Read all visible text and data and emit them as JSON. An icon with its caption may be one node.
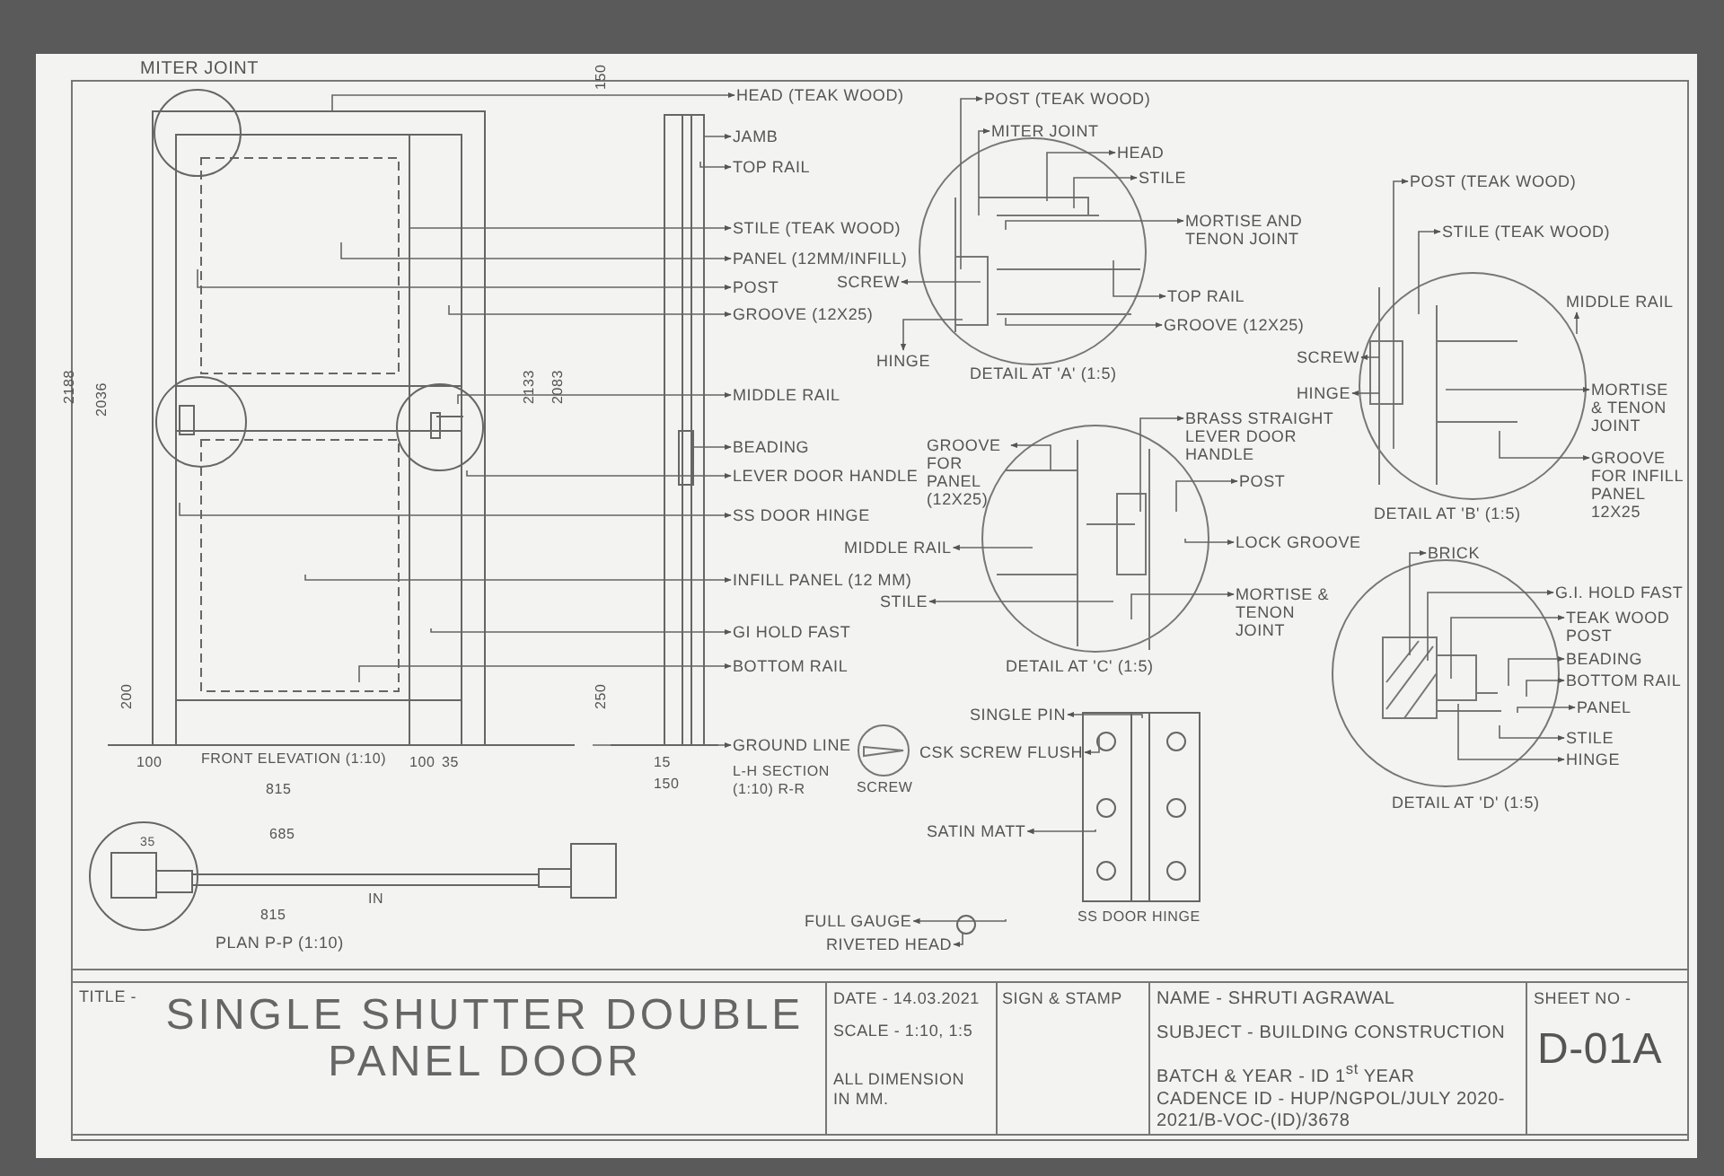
{
  "diagram": {
    "nodes": [
      {
        "text": [
          "HEAD (TEAK WOOD)"
        ]
      },
      {
        "text": [
          "JAMB"
        ]
      },
      {
        "text": [
          "TOP RAIL"
        ]
      },
      {
        "text": [
          "STILE (TEAK WOOD)"
        ]
      },
      {
        "text": [
          "PANEL (12MM/INFILL)"
        ]
      },
      {
        "text": [
          "POST"
        ]
      },
      {
        "text": [
          "GROOVE (12X25)"
        ]
      },
      {
        "text": [
          "MIDDLE RAIL"
        ]
      },
      {
        "text": [
          "BEADING"
        ]
      },
      {
        "text": [
          "LEVER DOOR HANDLE"
        ]
      },
      {
        "text": [
          "SS DOOR HINGE"
        ]
      },
      {
        "text": [
          "INFILL PANEL (12 MM)"
        ]
      },
      {
        "text": [
          "GI HOLD FAST"
        ]
      },
      {
        "text": [
          "BOTTOM RAIL"
        ]
      },
      {
        "text": [
          "GROUND LINE"
        ]
      },
      {
        "text": [
          "POST (TEAK WOOD)"
        ]
      },
      {
        "text": [
          "MITER JOINT"
        ]
      },
      {
        "text": [
          "HEAD"
        ]
      },
      {
        "text": [
          "STILE"
        ]
      },
      {
        "text": [
          "MORTISE AND TENON JOINT"
        ]
      },
      {
        "text": [
          "SCREW"
        ]
      },
      {
        "text": [
          "TOP RAIL"
        ]
      },
      {
        "text": [
          "GROOVE (12X25)"
        ]
      },
      {
        "text": [
          "HINGE"
        ]
      },
      {
        "text": [
          "POST (TEAK WOOD)"
        ]
      },
      {
        "text": [
          "STILE (TEAK WOOD)"
        ]
      },
      {
        "text": [
          "MIDDLE RAIL"
        ]
      },
      {
        "text": [
          "SCREW"
        ]
      },
      {
        "text": [
          "HINGE"
        ]
      },
      {
        "text": [
          "MORTISE & TENON JOINT"
        ]
      },
      {
        "text": [
          "GROOVE FOR INFILL PANEL 12X25"
        ]
      },
      {
        "text": [
          "BRASS STRAIGHT LEVER DOOR HANDLE"
        ]
      },
      {
        "text": [
          "GROOVE FOR PANEL (12X25)"
        ]
      },
      {
        "text": [
          "POST"
        ]
      },
      {
        "text": [
          "MIDDLE RAIL"
        ]
      },
      {
        "text": [
          "LOCK GROOVE"
        ]
      },
      {
        "text": [
          "STILE"
        ]
      },
      {
        "text": [
          "MORTISE & TENON JOINT"
        ]
      },
      {
        "text": [
          "BRICK"
        ]
      },
      {
        "text": [
          "G.I. HOLD FAST"
        ]
      },
      {
        "text": [
          "TEAK WOOD POST"
        ]
      },
      {
        "text": [
          "BEADING"
        ]
      },
      {
        "text": [
          "BOTTOM RAIL"
        ]
      },
      {
        "text": [
          "PANEL"
        ]
      },
      {
        "text": [
          "STILE"
        ]
      },
      {
        "text": [
          "HINGE"
        ]
      },
      {
        "text": [
          "SINGLE PIN"
        ]
      },
      {
        "text": [
          "CSK SCREW FLUSH"
        ]
      },
      {
        "text": [
          "SATIN MATT"
        ]
      },
      {
        "text": [
          "FULL GAUGE"
        ]
      },
      {
        "text": [
          "RIVETED HEAD"
        ]
      }
    ],
    "edges": [
      {
        "from": null,
        "to": 0,
        "arrow": "to"
      },
      {
        "from": null,
        "to": 1,
        "arrow": "to"
      },
      {
        "from": null,
        "to": 2,
        "arrow": "to"
      },
      {
        "from": null,
        "to": 3,
        "arrow": "to"
      },
      {
        "from": null,
        "to": 4,
        "arrow": "to"
      },
      {
        "from": null,
        "to": 5,
        "arrow": "to"
      },
      {
        "from": null,
        "to": 6,
        "arrow": "to"
      },
      {
        "from": null,
        "to": 7,
        "arrow": "to"
      },
      {
        "from": null,
        "to": 8,
        "arrow": "to"
      },
      {
        "from": null,
        "to": 9,
        "arrow": "to"
      },
      {
        "from": null,
        "to": 10,
        "arrow": "to"
      },
      {
        "from": null,
        "to": 11,
        "arrow": "to"
      },
      {
        "from": null,
        "to": 12,
        "arrow": "to"
      },
      {
        "from": null,
        "to": 13,
        "arrow": "to"
      },
      {
        "from": null,
        "to": 14,
        "arrow": "to"
      },
      {
        "from": null,
        "to": 15,
        "arrow": "to"
      },
      {
        "from": null,
        "to": 16,
        "arrow": "to"
      },
      {
        "from": null,
        "to": 17,
        "arrow": "to"
      },
      {
        "from": null,
        "to": 18,
        "arrow": "to"
      },
      {
        "from": null,
        "to": 19,
        "arrow": "to"
      },
      {
        "from": null,
        "to": 20,
        "arrow": "to"
      },
      {
        "from": null,
        "to": 21,
        "arrow": "to"
      },
      {
        "from": null,
        "to": 22,
        "arrow": "to"
      },
      {
        "from": null,
        "to": 23,
        "arrow": "to"
      },
      {
        "from": null,
        "to": 24,
        "arrow": "to"
      },
      {
        "from": null,
        "to": 25,
        "arrow": "to"
      },
      {
        "from": null,
        "to": 26,
        "arrow": "to"
      },
      {
        "from": null,
        "to": 27,
        "arrow": "to"
      },
      {
        "from": null,
        "to": 28,
        "arrow": "to"
      },
      {
        "from": null,
        "to": 29,
        "arrow": "to"
      },
      {
        "from": null,
        "to": 30,
        "arrow": "to"
      },
      {
        "from": null,
        "to": 31,
        "arrow": "to"
      },
      {
        "from": null,
        "to": 32,
        "arrow": "to"
      },
      {
        "from": null,
        "to": 33,
        "arrow": "to"
      },
      {
        "from": null,
        "to": 34,
        "arrow": "to"
      },
      {
        "from": null,
        "to": 35,
        "arrow": "to"
      },
      {
        "from": null,
        "to": 36,
        "arrow": "to"
      },
      {
        "from": null,
        "to": 37,
        "arrow": "to"
      },
      {
        "from": null,
        "to": 38,
        "arrow": "to"
      },
      {
        "from": null,
        "to": 39,
        "arrow": "to"
      },
      {
        "from": null,
        "to": 40,
        "arrow": "to"
      },
      {
        "from": null,
        "to": 41,
        "arrow": "to"
      },
      {
        "from": null,
        "to": 42,
        "arrow": "to"
      },
      {
        "from": null,
        "to": 43,
        "arrow": "to"
      },
      {
        "from": null,
        "to": 44,
        "arrow": "to"
      },
      {
        "from": null,
        "to": 45,
        "arrow": "to"
      },
      {
        "from": null,
        "to": 46,
        "arrow": "to"
      },
      {
        "from": null,
        "to": 47,
        "arrow": "to"
      },
      {
        "from": null,
        "to": 48,
        "arrow": "to"
      },
      {
        "from": null,
        "to": 49,
        "arrow": "to"
      },
      {
        "from": null,
        "to": 50,
        "arrow": "to"
      }
    ],
    "labels": [
      "MITER JOINT",
      "DETAIL AT 'A' (1:5)",
      "DETAIL AT 'B' (1:5)",
      "2188",
      "2036",
      "2133",
      "2083",
      "150",
      "DETAIL AT 'C' (1:5)",
      "200",
      "250",
      "100",
      "FRONT ELEVATION (1:10)",
      "100",
      "35",
      "815",
      "15",
      "150",
      "L-H SECTION (1:10) R-R",
      "SCREW",
      "SS DOOR HINGE",
      "DETAIL AT 'D' (1:5)",
      "35",
      "685",
      "815",
      "IN",
      "PLAN P-P (1:10)",
      "TITLE -",
      "SINGLE SHUTTER DOUBLE PANEL DOOR",
      "DATE - 14.03.2021",
      "SCALE - 1:10, 1:5",
      "ALL DIMENSION IN MM.",
      "SIGN & STAMP",
      "NAME - SHRUTI AGRAWAL",
      "SUBJECT - BUILDING CONSTRUCTION",
      "BATCH & YEAR - ID 1$^{st}$ YEAR",
      "CADENCE ID - HUP/NGPOL/JULY 2020-2021/B-VOC-(ID)/3678",
      "SHEET NO -",
      "D-01A"
    ]
  }
}
